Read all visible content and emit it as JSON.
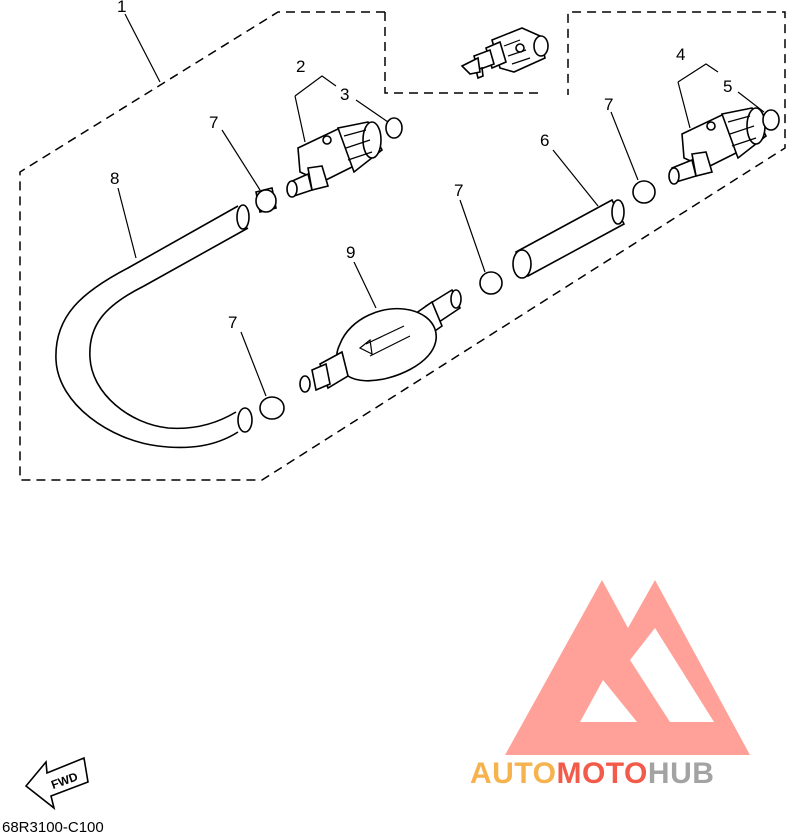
{
  "callouts": [
    "1",
    "2",
    "3",
    "4",
    "5",
    "6",
    "7",
    "8",
    "9"
  ],
  "fwd_label": "FWD",
  "diagram_code": "68R3100-C100",
  "watermark": {
    "part1": "AUTO",
    "part2": "MOTO",
    "part3": "HUB",
    "color_light": "#f6b24c",
    "color_accent": "#f25a4a",
    "color_dark": "#a3a3a3",
    "logo_color": "#ff9c94"
  }
}
